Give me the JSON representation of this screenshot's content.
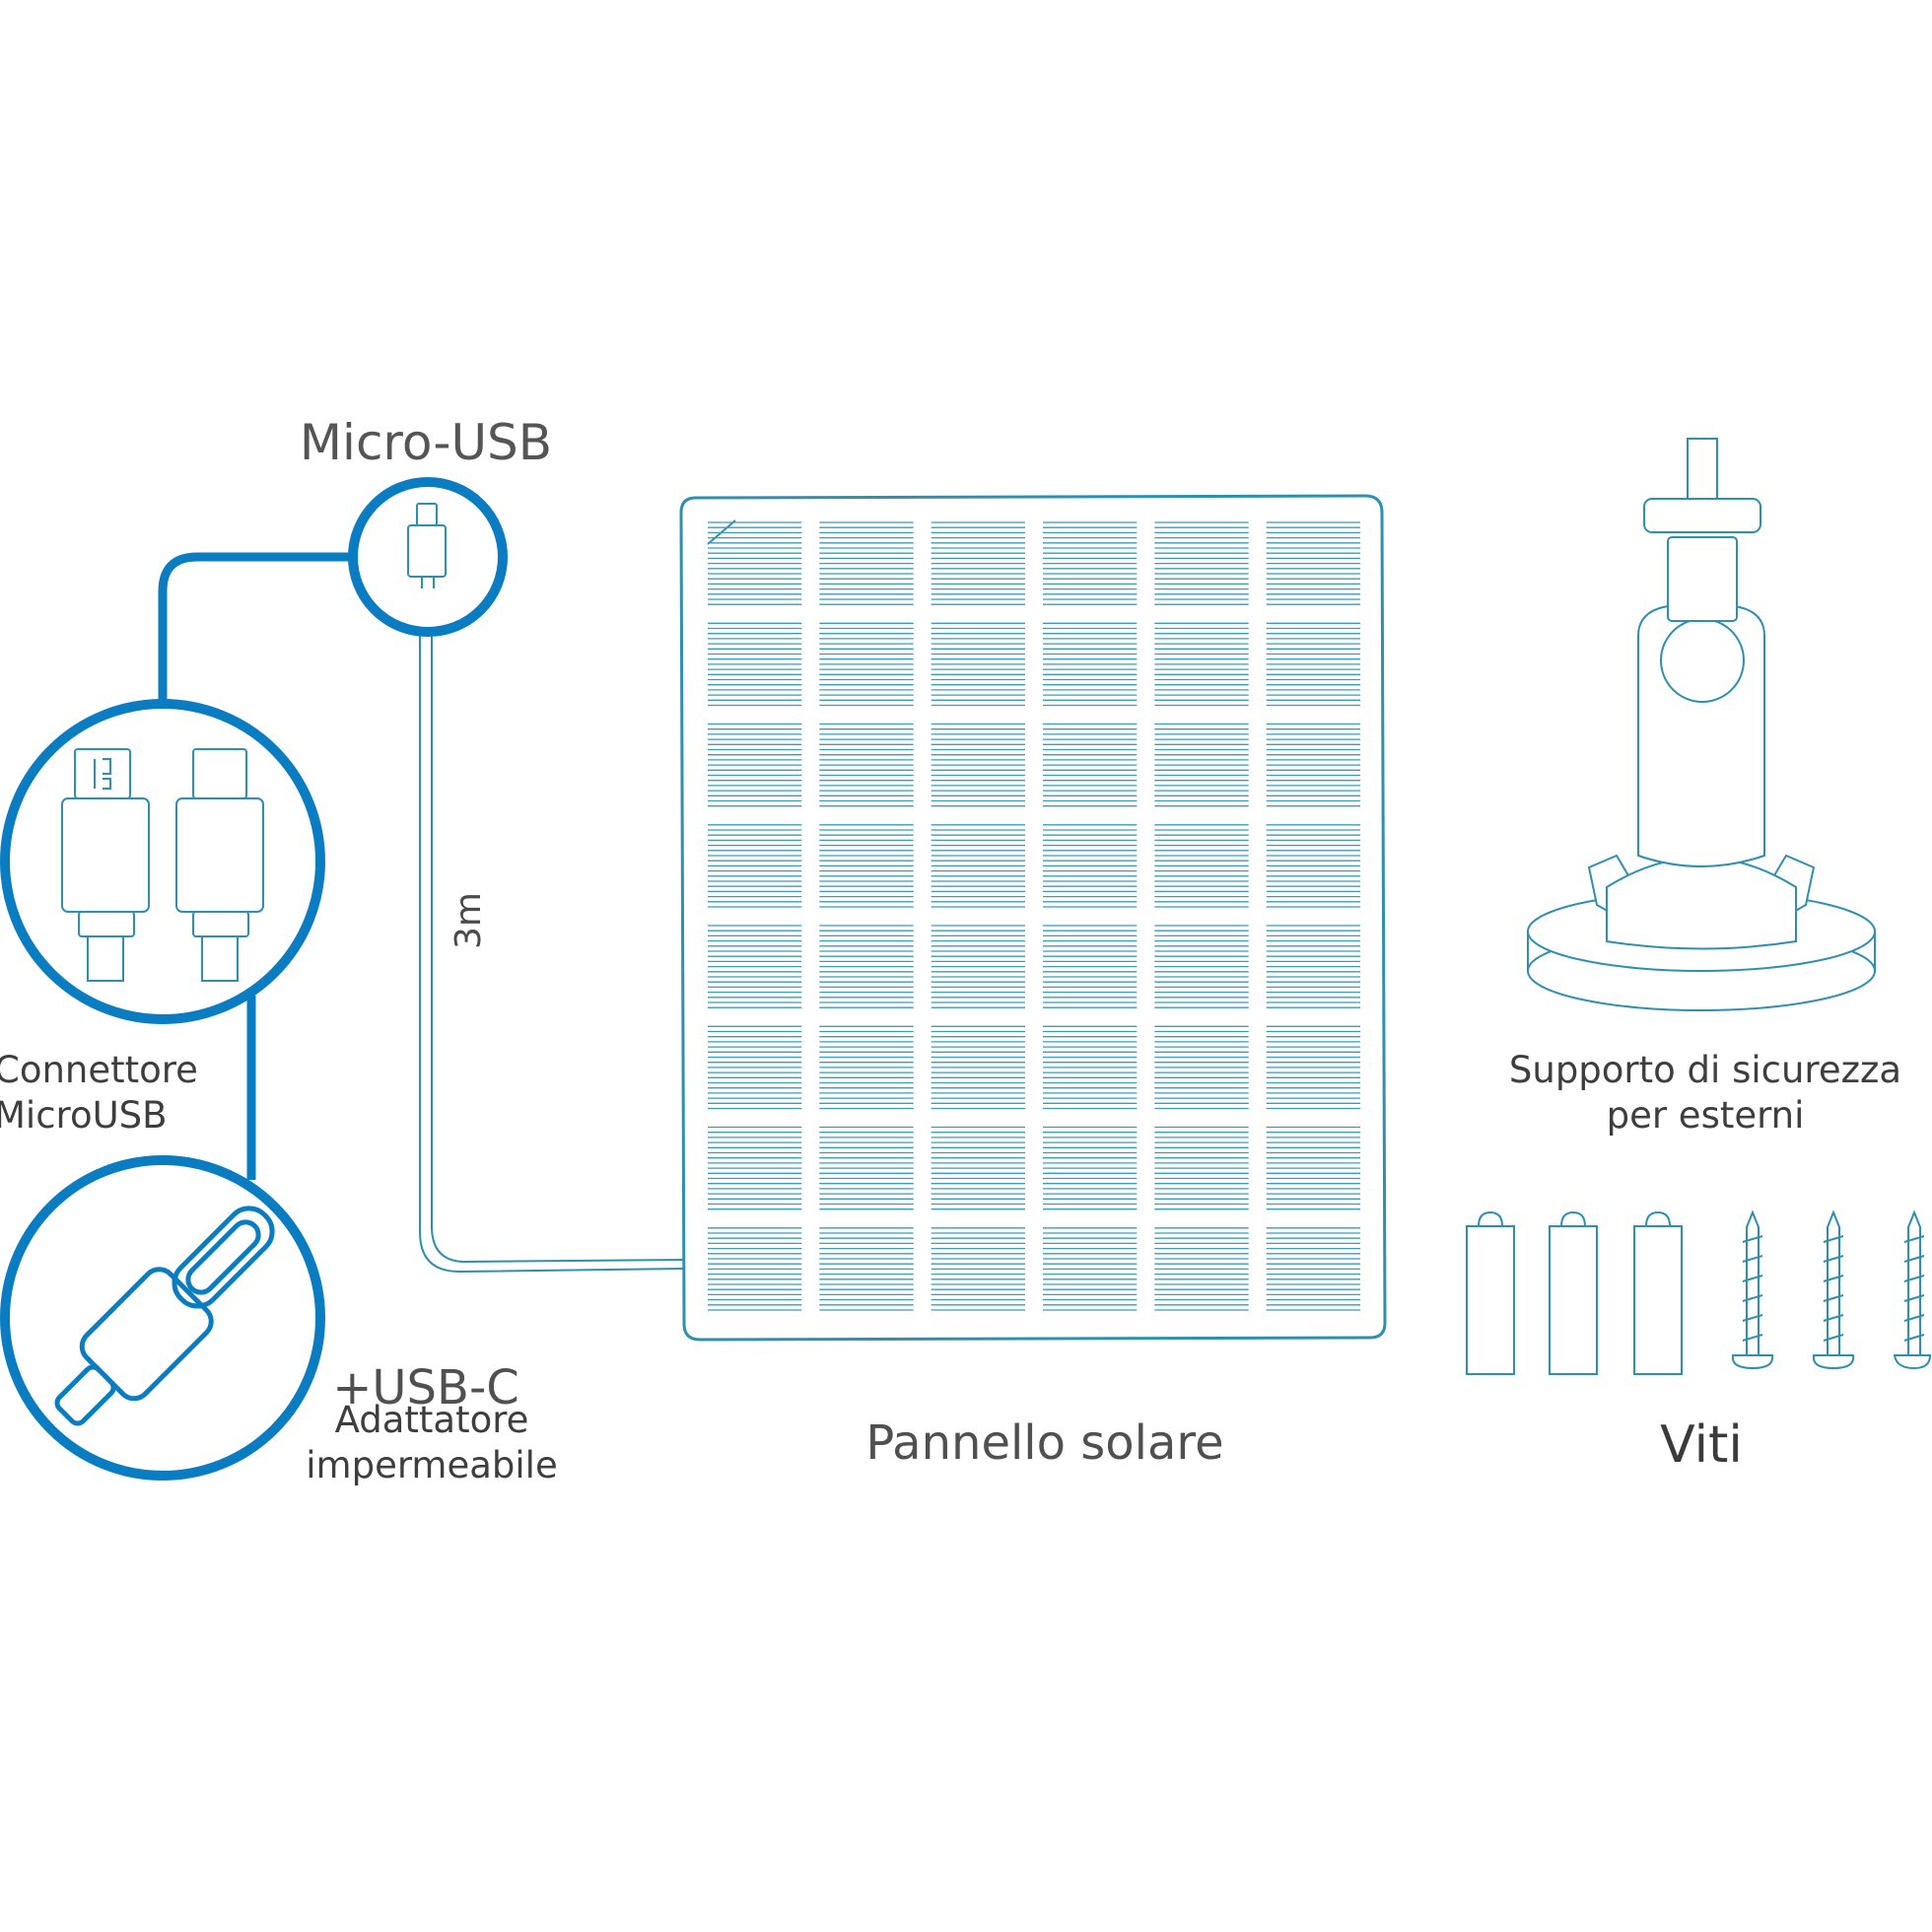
{
  "labels": {
    "micro_usb": "Micro-USB",
    "cable_length": "3m",
    "connector_line1": "Connettore",
    "connector_line2": "MicroUSB",
    "usbc": "+USB-C",
    "adapter_line1": "Adattatore",
    "adapter_line2": "impermeabile",
    "solar_panel": "Pannello solare",
    "mount_line1": "Supporto di sicurezza",
    "mount_line2": "per esterni",
    "screws": "Viti"
  },
  "colors": {
    "accent_blue": "#0a7dc2",
    "panel_stroke": "#2f8fae",
    "text": "#4a4a4a",
    "background": "#ffffff"
  },
  "icons": {
    "connector_detail": "usb-connectors-icon",
    "adapter_detail": "usb-c-plug-icon",
    "micro_plug": "micro-usb-plug-icon",
    "mount": "security-mount-icon",
    "wall_plug": "wall-plug-icon",
    "screw": "screw-icon"
  },
  "panel": {
    "columns": 6,
    "rows": 8
  },
  "screws": {
    "wall_plugs": 3,
    "screws": 3
  }
}
